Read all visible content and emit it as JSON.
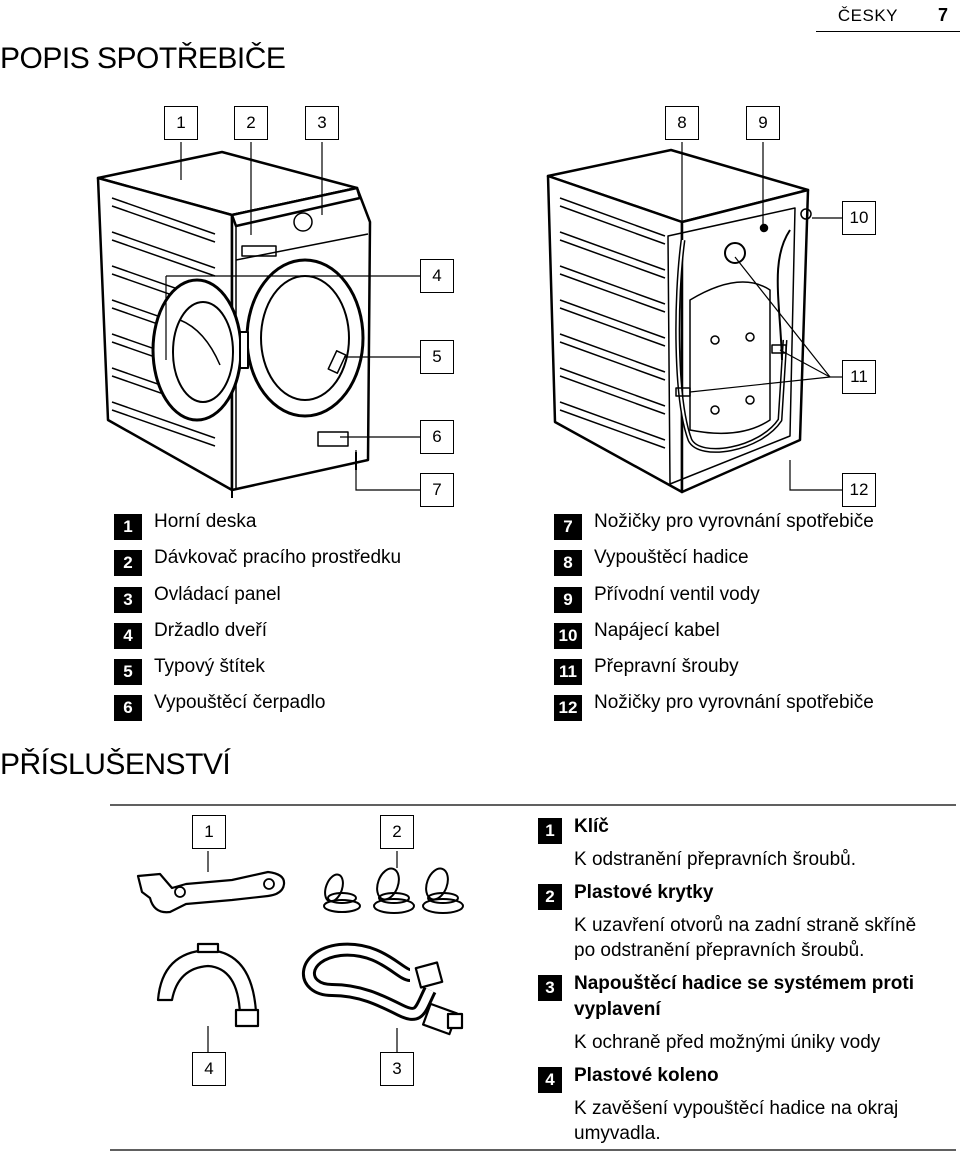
{
  "header": {
    "language": "ČESKY",
    "page_number": "7"
  },
  "section_title": "POPIS SPOTŘEBIČE",
  "callouts_front": [
    "1",
    "2",
    "3",
    "4",
    "5",
    "6",
    "7"
  ],
  "callouts_back": [
    "8",
    "9",
    "10",
    "11",
    "12"
  ],
  "legend_left": [
    {
      "num": "1",
      "label": "Horní deska"
    },
    {
      "num": "2",
      "label": "Dávkovač pracího prostředku"
    },
    {
      "num": "3",
      "label": "Ovládací panel"
    },
    {
      "num": "4",
      "label": "Držadlo dveří"
    },
    {
      "num": "5",
      "label": "Typový štítek"
    },
    {
      "num": "6",
      "label": "Vypouštěcí čerpadlo"
    }
  ],
  "legend_right": [
    {
      "num": "7",
      "label": "Nožičky pro vyrovnání spotřebiče"
    },
    {
      "num": "8",
      "label": "Vypouštěcí hadice"
    },
    {
      "num": "9",
      "label": "Přívodní ventil vody"
    },
    {
      "num": "10",
      "label": "Napájecí kabel"
    },
    {
      "num": "11",
      "label": "Přepravní šrouby"
    },
    {
      "num": "12",
      "label": "Nožičky pro vyrovnání spotřebiče"
    }
  ],
  "accessories_title": "PŘÍSLUŠENSTVÍ",
  "accessory_callouts": [
    "1",
    "2",
    "4",
    "3"
  ],
  "accessories": [
    {
      "num": "1",
      "title": "Klíč",
      "desc": "K odstranění přepravních šroubů."
    },
    {
      "num": "2",
      "title": "Plastové krytky",
      "desc": "K uzavření otvorů na zadní straně skříně po odstranění přepravních šroubů."
    },
    {
      "num": "3",
      "title": "Napouštěcí hadice se systémem proti vyplavení",
      "desc": "K ochraně před možnými úniky vody"
    },
    {
      "num": "4",
      "title": "Plastové koleno",
      "desc": "K zavěšení vypouštěcí hadice na okraj umyvadla."
    }
  ]
}
